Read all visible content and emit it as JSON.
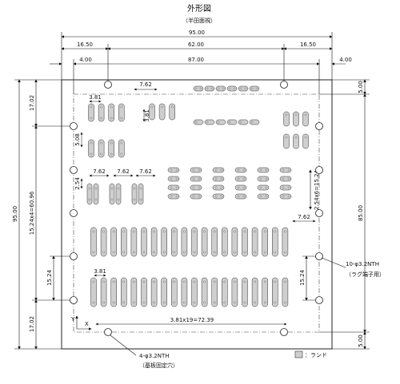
{
  "title": "外形図",
  "subtitle": "（半田面視）",
  "dims": {
    "overall_width": "95.00",
    "left_margin": "16.50",
    "mid_span": "62.00",
    "right_margin": "16.50",
    "inner_left": "4.00",
    "inner_span": "87.00",
    "inner_right": "4.00",
    "height": "95.00",
    "height_label_left": "15.24x4=60.96",
    "top_left": "17.02",
    "bottom_left": "17.02",
    "right_height": "85.00",
    "right_top": "5.00",
    "right_bottom": "5.00",
    "pitch_762_a": "7.62",
    "pitch_381_top": "3.81",
    "pitch_508": "5.08",
    "pitch_381_side": "3.81",
    "pitch_762_b1": "7.62",
    "pitch_762_b2": "7.62",
    "pitch_762_b3": "7.62",
    "pitch_254": "2.54",
    "pitch_254x6": "2.54x6=15.24",
    "pitch_762_right": "7.62",
    "pitch_1524_left": "15.24",
    "pitch_1524_right": "15.24",
    "pitch_381_bottom": "3.81",
    "row_pitch": "3.81x19=72.39",
    "axis_x": "X",
    "axis_y": "Y"
  },
  "callouts": {
    "hole_big": "10-φ3.2NTH",
    "hole_big_note": "（ラグ端子用）",
    "hole_corner": "4-φ3.2NTH",
    "hole_corner_note": "（基板固定穴）",
    "legend": "：ランド"
  }
}
